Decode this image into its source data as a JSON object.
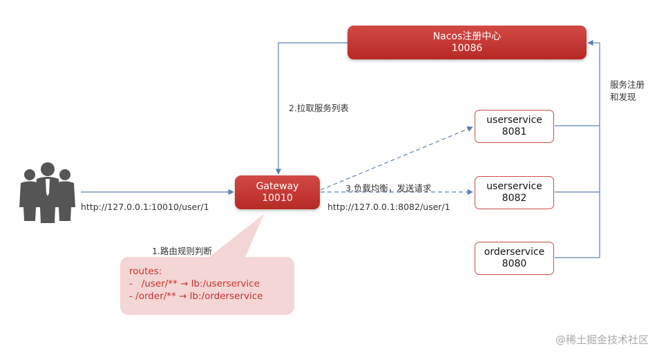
{
  "nacos": {
    "title": "Nacos注册中心",
    "port": "10086"
  },
  "gateway": {
    "title": "Gateway",
    "port": "10010"
  },
  "services": [
    {
      "name": "userservice",
      "port": "8081"
    },
    {
      "name": "userservice",
      "port": "8082"
    },
    {
      "name": "orderservice",
      "port": "8080"
    }
  ],
  "labels": {
    "pull": "2.拉取服务列表",
    "register_line1": "服务注册",
    "register_line2": "和发现",
    "client_url": "http://127.0.0.1:10010/user/1",
    "lb": "3.负载均衡，发送请求",
    "target_url": "http://127.0.0.1:8082/user/1",
    "route_judge": "1.路由规则判断"
  },
  "routes": {
    "header": "routes:",
    "line1": "-   /user/** → lb:/userservice",
    "line2": "- /order/** → lb:/orderservice"
  },
  "watermark": "@稀土掘金技术社区",
  "colors": {
    "node_red": "#c0332e",
    "connector_blue": "#5b7fb2",
    "callout_pink": "#f3d6d5",
    "route_text": "#c8302c"
  },
  "icons": [
    "users-icon"
  ]
}
